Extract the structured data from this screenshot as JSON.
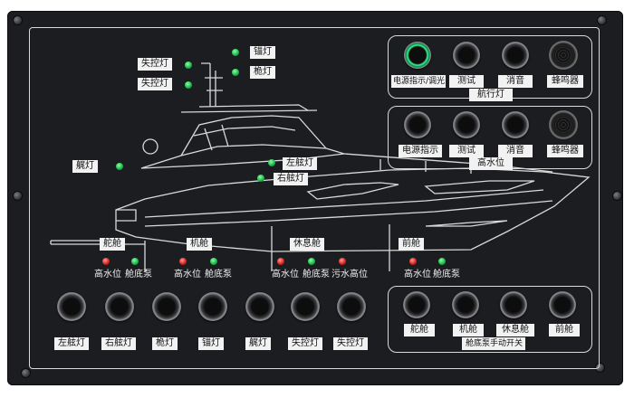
{
  "nav_panel": {
    "caption": "航行灯",
    "buttons": [
      "电源指示/调光",
      "测试",
      "消音",
      "蜂鸣器"
    ]
  },
  "high_water_panel": {
    "caption": "高水位",
    "buttons": [
      "电源指示",
      "测试",
      "消音",
      "蜂鸣器"
    ]
  },
  "bilge_pump_panel": {
    "caption": "舱底泵手动开关",
    "buttons": [
      "舵舱",
      "机舱",
      "休息舱",
      "前舱"
    ]
  },
  "boat_labels": {
    "loss_control_1": "失控灯",
    "loss_control_2": "失控灯",
    "anchor": "锚灯",
    "stern": "桅灯",
    "port": "左舷灯",
    "starboard": "右舷灯",
    "bow": "艉灯"
  },
  "compartments": [
    {
      "name": "舵舱",
      "indicators": [
        "高水位",
        "舱底泵"
      ]
    },
    {
      "name": "机舱",
      "indicators": [
        "高水位",
        "舱底泵"
      ]
    },
    {
      "name": "休息舱",
      "indicators": [
        "高水位",
        "舱底泵",
        "污水高位"
      ]
    },
    {
      "name": "前舱",
      "indicators": [
        "高水位",
        "舱底泵"
      ]
    }
  ],
  "bottom_switches": [
    "左舷灯",
    "右舷灯",
    "桅灯",
    "锚灯",
    "艉灯",
    "失控灯",
    "失控灯"
  ],
  "colors": {
    "panel": "#1c1d20",
    "line": "#d9d9d9",
    "led_green": "#12b34a",
    "led_red": "#d11f1f"
  }
}
